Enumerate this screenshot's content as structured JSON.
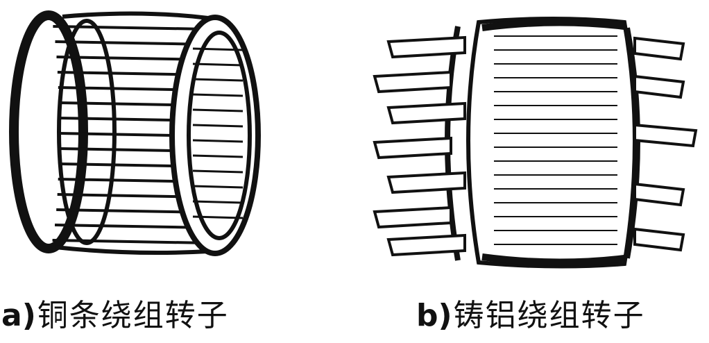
{
  "captions": {
    "a": {
      "label": "a)",
      "text": "铜条绕组转子"
    },
    "b": {
      "label": "b)",
      "text": "铸铝绕组转子"
    }
  },
  "colors": {
    "ink": "#111111",
    "background": "#ffffff"
  }
}
